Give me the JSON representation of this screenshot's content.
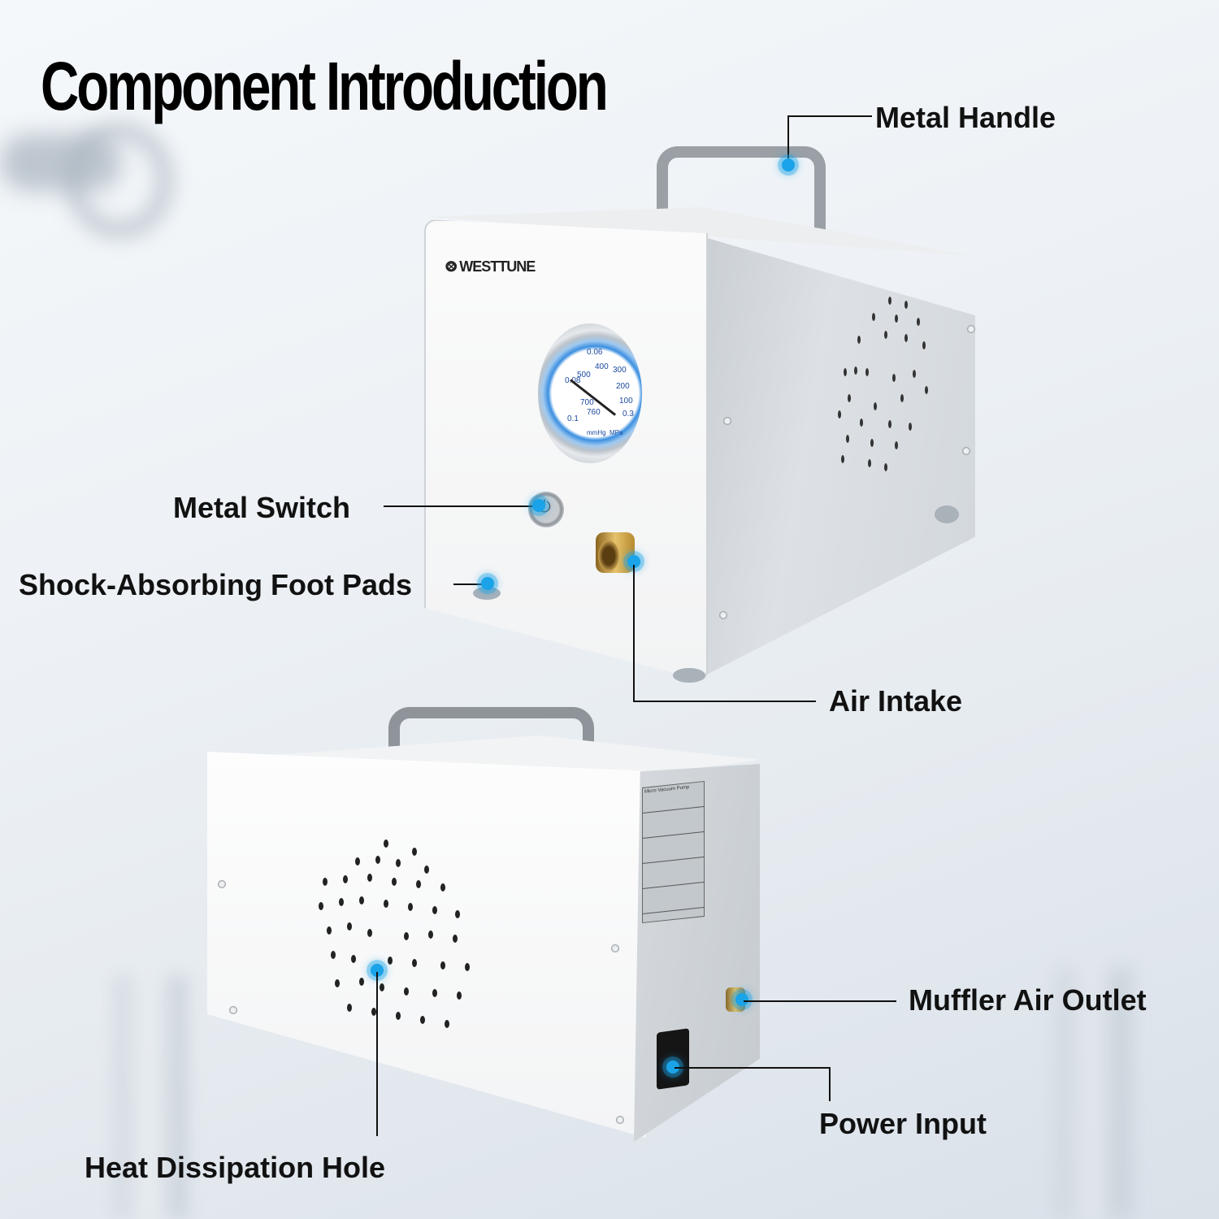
{
  "title": "Component Introduction",
  "brand": "WESTTUNE",
  "gauge": {
    "outer_scale": [
      "0.06",
      "0.08",
      "0.1"
    ],
    "inner_scale": [
      "300",
      "400",
      "500",
      "700",
      "760",
      "200",
      "100",
      "0"
    ],
    "mpa_scale": [
      "0.3"
    ],
    "units": [
      "mmHg",
      "MPa"
    ]
  },
  "back_label": {
    "header": "Micro Vacuum Pump"
  },
  "callouts": [
    {
      "id": "metal-handle",
      "label": "Metal Handle"
    },
    {
      "id": "metal-switch",
      "label": "Metal Switch"
    },
    {
      "id": "foot-pads",
      "label": "Shock-Absorbing Foot Pads"
    },
    {
      "id": "air-intake",
      "label": "Air Intake"
    },
    {
      "id": "muffler-outlet",
      "label": "Muffler Air Outlet"
    },
    {
      "id": "power-input",
      "label": "Power Input"
    },
    {
      "id": "heat-hole",
      "label": "Heat Dissipation Hole"
    }
  ],
  "colors": {
    "callout_dot": "#1aa3e8",
    "text": "#111111",
    "background": "#eef2f6"
  }
}
